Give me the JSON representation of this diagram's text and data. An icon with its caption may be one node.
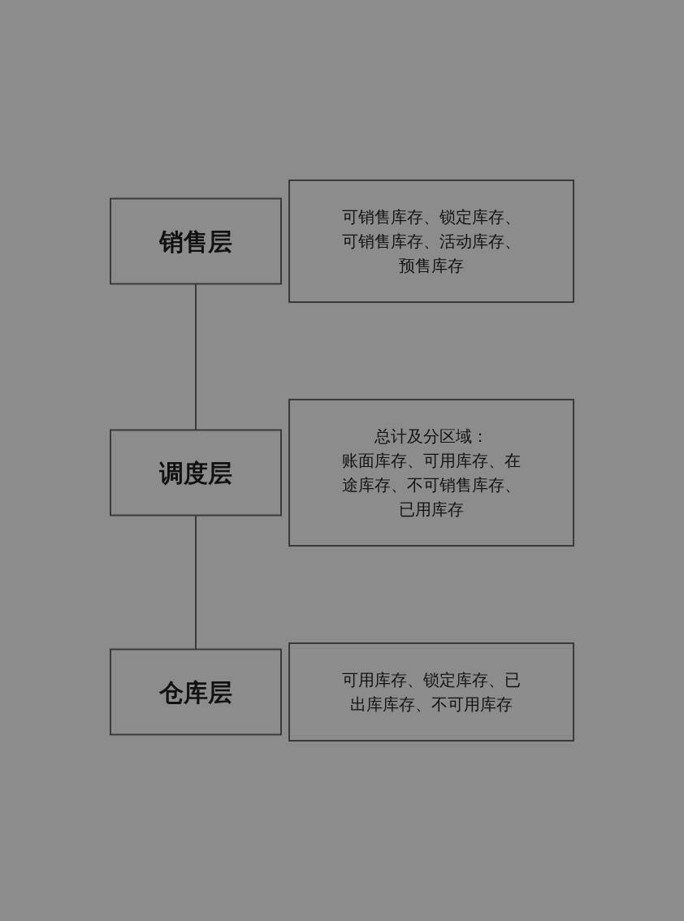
{
  "diagram": {
    "nodes": [
      {
        "text": [
          "销售层"
        ]
      },
      {
        "text": [
          "可销售库存、锁定库存、可销售库存、活动库存、预售库存"
        ]
      },
      {
        "text": [
          "调度层"
        ]
      },
      {
        "text": [
          "总计及分区域：",
          "账面库存、可用库存、在途库存、不可销售库存、已用库存"
        ]
      },
      {
        "text": [
          "仓库层"
        ]
      },
      {
        "text": [
          "可用库存、锁定库存、已出库库存、不可用库存"
        ]
      }
    ],
    "edges": [
      {
        "from": 0,
        "to": 2,
        "arrow": "none"
      },
      {
        "from": 2,
        "to": 4,
        "arrow": "none"
      }
    ]
  }
}
